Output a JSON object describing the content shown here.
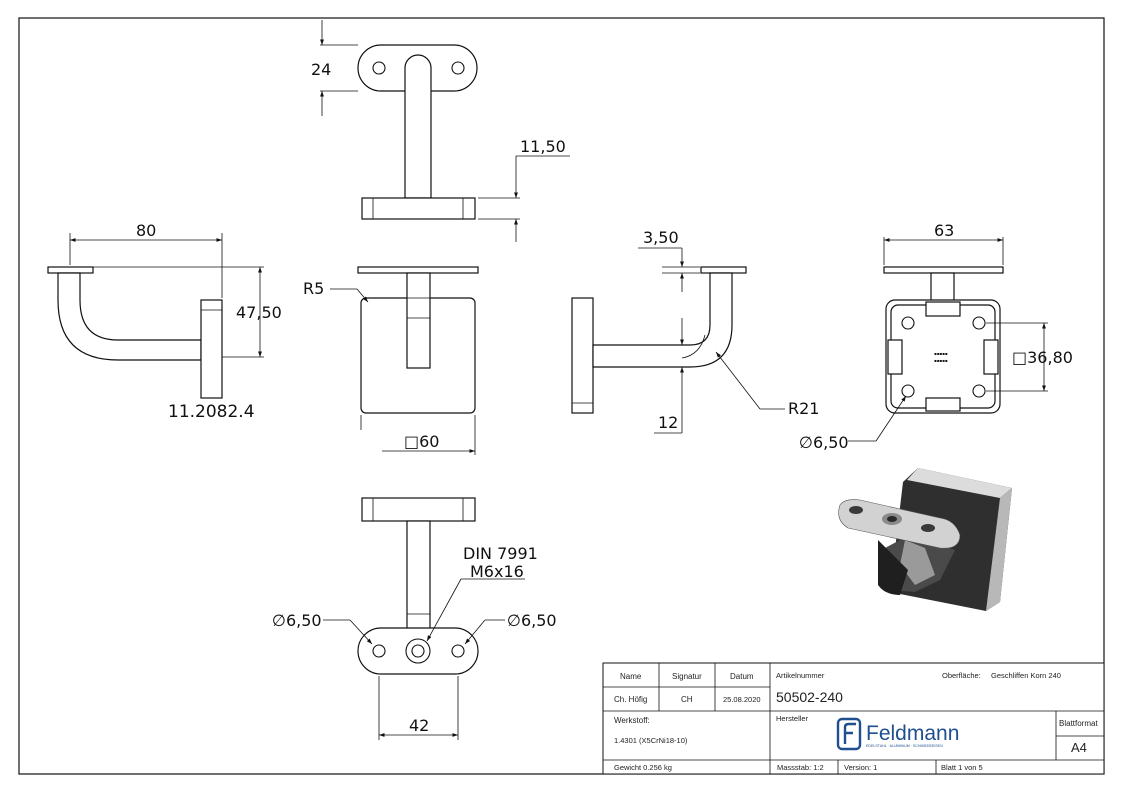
{
  "dimensions": {
    "d24": "24",
    "d1150": "11,50",
    "d80": "80",
    "d4750": "47,50",
    "d_under": "11.2082.4",
    "r5": "R5",
    "sq60": "□60",
    "d350": "3,50",
    "d12": "12",
    "r21": "R21",
    "d63": "63",
    "sq3680": "□36,80",
    "dia650_right": "∅6,50",
    "din_line1": "DIN 7991",
    "din_line2": "M6x16",
    "dia650_left": "∅6,50",
    "dia650_mid": "∅6,50",
    "d42": "42"
  },
  "title_block": {
    "h_name": "Name",
    "h_signatur": "Signatur",
    "h_datum": "Datum",
    "name": "Ch. Höfig",
    "signatur": "CH",
    "datum": "25.08.2020",
    "artikel_label": "Artikelnummer",
    "artikel": "50502-240",
    "oberflaeche_label": "Oberfläche:",
    "oberflaeche": "Geschliffen Korn 240",
    "werkstoff_label": "Werkstoff:",
    "werkstoff": "1.4301 (X5CrNi18-10)",
    "hersteller_label": "Hersteller",
    "brand_name": "Feldmann",
    "brand_tagline": "EDELSTAHL · ALUMINIUM · SCHMIEDEEISEN",
    "blattformat_label": "Blattformat",
    "blattformat": "A4",
    "gewicht": "Gewicht 0.256 kg",
    "massstab": "Massstab: 1:2",
    "version": "Version: 1",
    "blatt": "Blatt 1 von 5"
  },
  "colors": {
    "line": "#111111",
    "brand": "#1f4f8f",
    "iso_dark": "#3a3a3a",
    "iso_light": "#cfcfcf"
  }
}
